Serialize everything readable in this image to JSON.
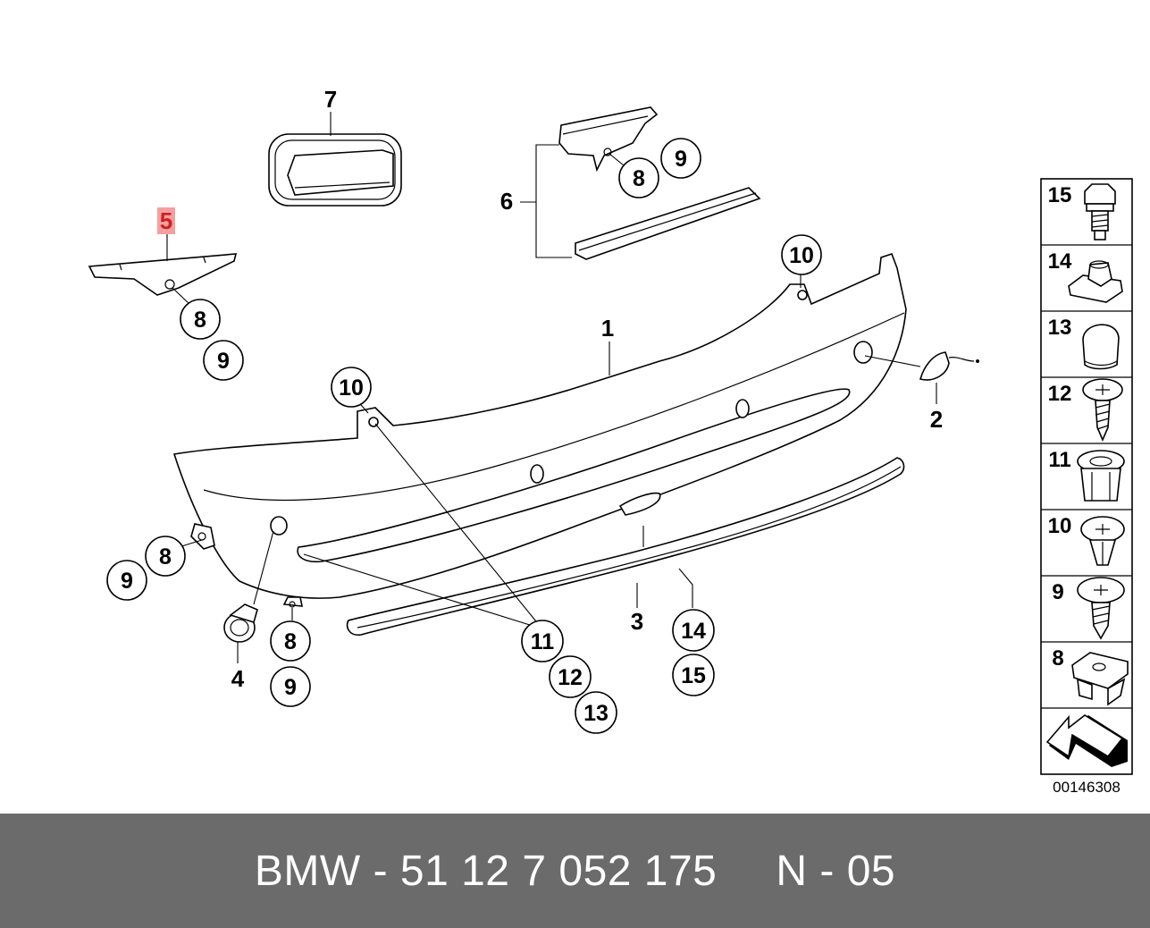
{
  "diagram": {
    "callouts": {
      "c1": "1",
      "c2": "2",
      "c3": "3",
      "c4": "4",
      "c5": "5",
      "c6": "6",
      "c7": "7",
      "c8a": "8",
      "c9a": "9",
      "c8b": "8",
      "c9b": "9",
      "c8c": "8",
      "c9c": "9",
      "c8d": "8",
      "c9d": "9",
      "c10a": "10",
      "c10b": "10",
      "c11": "11",
      "c12": "12",
      "c13": "13",
      "c14": "14",
      "c15": "15"
    },
    "highlighted_callout": "5",
    "highlight_color": "#f4a0a0",
    "legend": {
      "items": [
        "15",
        "14",
        "13",
        "12",
        "11",
        "10",
        "9",
        "8"
      ],
      "arrow_icon": "arrow-icon"
    },
    "diagram_number": "00146308"
  },
  "footer": {
    "brand": "BMW",
    "part_number": "- 51 12 7 052 175",
    "code": "N - 05"
  }
}
